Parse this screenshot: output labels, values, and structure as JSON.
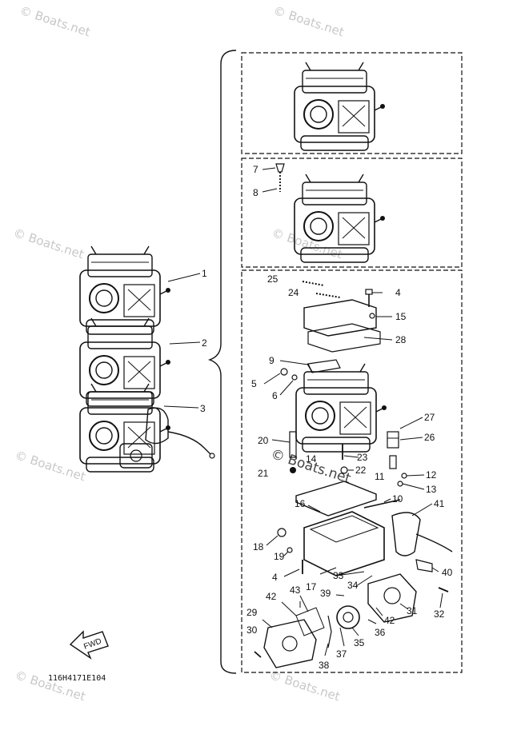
{
  "watermark": "© Boats.net",
  "drawing_code": "116H4171E104",
  "fwd_label": "FWD",
  "part_labels": {
    "p1": "1",
    "p2": "2",
    "p3": "3",
    "p4a": "4",
    "p4b": "4",
    "p5": "5",
    "p6": "6",
    "p7": "7",
    "p8": "8",
    "p9": "9",
    "p10": "10",
    "p11": "11",
    "p12": "12",
    "p13": "13",
    "p14": "14",
    "p15": "15",
    "p16": "16",
    "p17": "17",
    "p18": "18",
    "p19": "19",
    "p20": "20",
    "p21": "21",
    "p22": "22",
    "p23": "23",
    "p24": "24",
    "p25": "25",
    "p26": "26",
    "p27": "27",
    "p28": "28",
    "p29": "29",
    "p30": "30",
    "p31": "31",
    "p32": "32",
    "p33": "33",
    "p34": "34",
    "p35": "35",
    "p36": "36",
    "p37": "37",
    "p38": "38",
    "p39": "39",
    "p40": "40",
    "p41": "41",
    "p42a": "42",
    "p42b": "42",
    "p43": "43"
  }
}
